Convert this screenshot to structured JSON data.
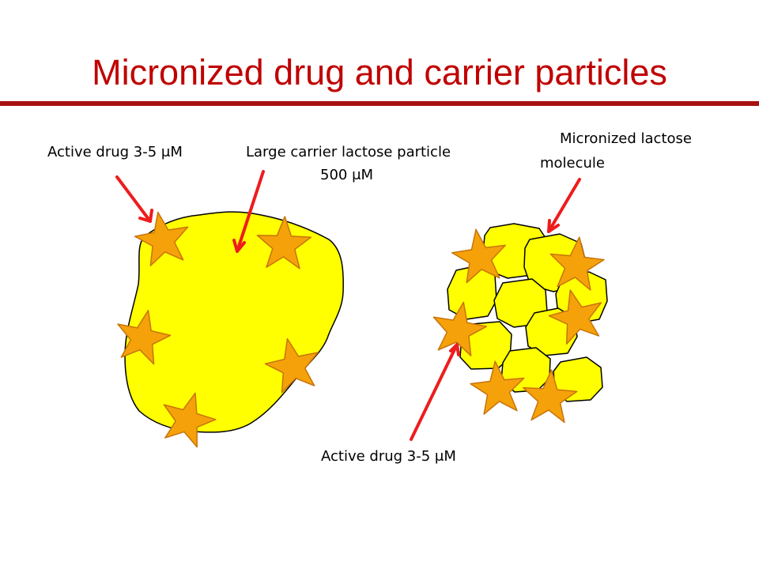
{
  "slide": {
    "title": "Micronized drug and carrier particles"
  },
  "labels": {
    "active_drug_left": "Active drug 3-5 μM",
    "carrier_line1": "Large carrier lactose particle",
    "carrier_line2": "500 μM",
    "micronized_line1": "Micronized lactose",
    "micronized_line2": "molecule",
    "active_drug_bottom": "Active drug 3-5 μM"
  },
  "colors": {
    "title": "#c00000",
    "rule": "#a81010",
    "lactose_fill": "#ffff00",
    "drug_star_fill": "#f5a20a",
    "drug_star_stroke": "#c8730a",
    "arrow": "#ee1c1c"
  }
}
